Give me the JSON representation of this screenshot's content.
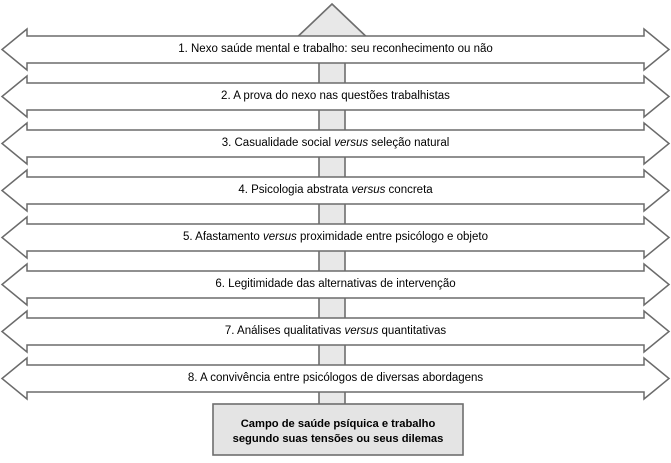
{
  "diagram": {
    "title_text": "Campo de saúde psíquica e trabalho segundo suas tensões ou seus dilemas",
    "caption_line1": "Campo de saúde psíquica e trabalho",
    "caption_line2": "segundo suas tensões ou seus dilemas",
    "colors": {
      "shaft_fill": "#e8e8e8",
      "shaft_stroke": "#6e6e6e",
      "band_fill": "#ffffff",
      "band_stroke": "#6b6b6b",
      "box_fill": "#e4e4e4",
      "box_stroke": "#6e6e6e",
      "text": "#000000",
      "background": "#ffffff"
    },
    "bands": [
      {
        "number": "1.",
        "pre": "1. Nexo saúde mental e trabalho: seu reconhecimento ou não",
        "italic": "",
        "post": "",
        "full": "1. Nexo saúde mental e trabalho: seu reconhecimento ou não"
      },
      {
        "number": "2.",
        "pre": "2. A prova do nexo nas questões trabalhistas",
        "italic": "",
        "post": "",
        "full": "2. A prova do nexo nas questões trabalhistas"
      },
      {
        "number": "3.",
        "pre": "3. Casualidade social ",
        "italic": "versus",
        "post": " seleção natural",
        "full": "3. Casualidade social versus seleção natural"
      },
      {
        "number": "4.",
        "pre": "4. Psicologia abstrata ",
        "italic": "versus",
        "post": " concreta",
        "full": "4. Psicologia abstrata versus concreta"
      },
      {
        "number": "5.",
        "pre": "5. Afastamento ",
        "italic": "versus",
        "post": " proximidade entre psicólogo e objeto",
        "full": "5. Afastamento versus proximidade entre psicólogo e objeto"
      },
      {
        "number": "6.",
        "pre": "6. Legitimidade das alternativas de intervenção",
        "italic": "",
        "post": "",
        "full": "6. Legitimidade das alternativas de intervenção"
      },
      {
        "number": "7.",
        "pre": "7. Análises qualitativas ",
        "italic": "versus",
        "post": " quantitativas",
        "full": "7. Análises qualitativas versus quantitativas"
      },
      {
        "number": "8.",
        "pre": "8. A convivência entre psicólogos de diversas abordagens",
        "italic": "",
        "post": "",
        "full": "8. A convivência entre psicólogos de diversas abordagens"
      }
    ]
  }
}
